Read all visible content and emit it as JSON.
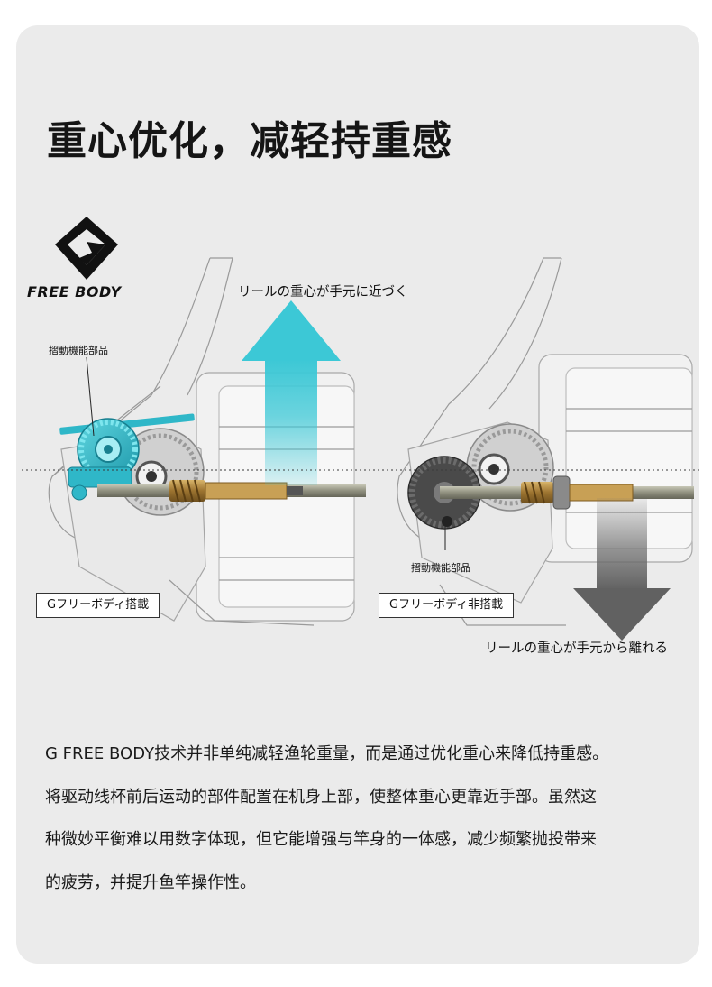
{
  "title": "重心优化，减轻持重感",
  "logo": {
    "text": "FREE BODY",
    "glyph": "G"
  },
  "left_panel": {
    "part_label": "摺動機能部品",
    "arrow_label": "リールの重心が手元に近づく",
    "tag": "Gフリーボディ搭載",
    "arrow_color": "#3cc8d6",
    "highlight_color": "#2fb7c8"
  },
  "right_panel": {
    "part_label": "摺動機能部品",
    "arrow_label": "リールの重心が手元から離れる",
    "tag": "Gフリーボディ非搭載",
    "arrow_color": "#6f6f6f"
  },
  "description": [
    "G FREE BODY技术并非单纯减轻渔轮重量，而是通过优化重心来降低持重感。",
    "将驱动线杯前后运动的部件配置在机身上部，使整体重心更靠近手部。虽然这",
    "种微妙平衡难以用数字体现，但它能增强与竿身的一体感，减少频繁抛投带来",
    "的疲劳，并提升鱼竿操作性。"
  ]
}
